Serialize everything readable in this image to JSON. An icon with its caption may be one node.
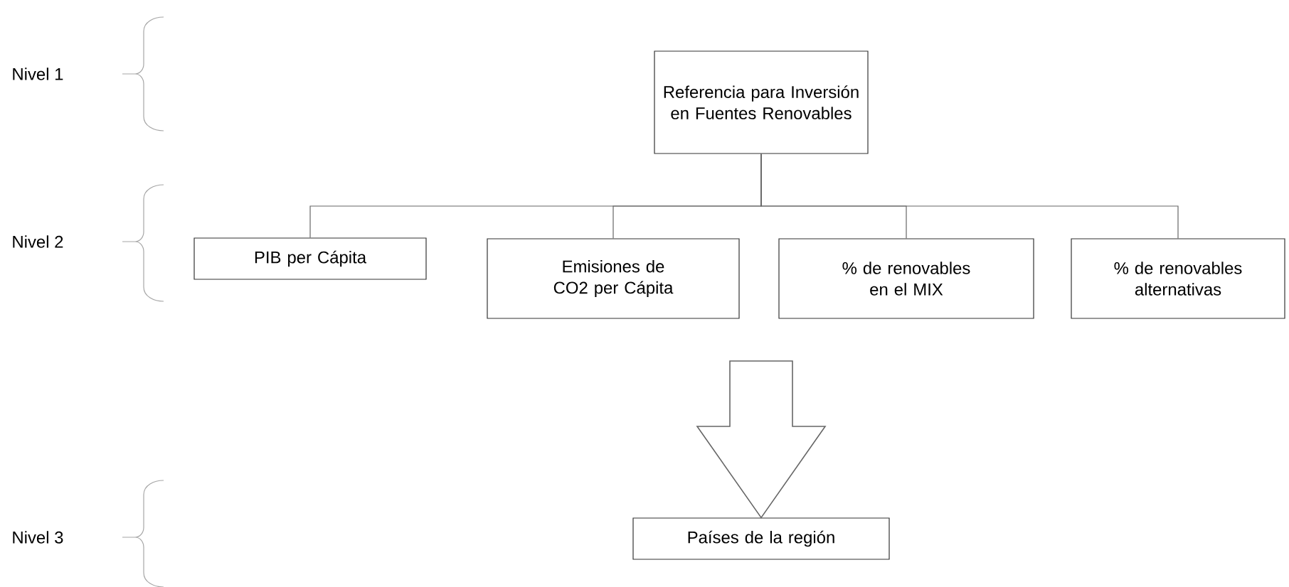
{
  "diagram": {
    "nodes": [
      {
        "text": [
          "Referencia para Inversión en Fuentes Renovables"
        ]
      },
      {
        "text": [
          "PIB per Cápita"
        ]
      },
      {
        "text": [
          "Emisiones de CO2 per Cápita"
        ]
      },
      {
        "text": [
          "% de renovables en el MIX"
        ]
      },
      {
        "text": [
          "% de renovables alternativas"
        ]
      },
      {
        "text": [
          "Países de la región"
        ]
      }
    ],
    "edges": [
      {
        "from": 0,
        "to": 1,
        "arrow": "none"
      },
      {
        "from": 0,
        "to": 2,
        "arrow": "none"
      },
      {
        "from": 0,
        "to": 3,
        "arrow": "none"
      },
      {
        "from": 0,
        "to": 4,
        "arrow": "none"
      },
      {
        "from": null,
        "to": 5,
        "arrow": "to",
        "style": "thick"
      }
    ],
    "labels": [
      "Nivel 1",
      "Nivel 2",
      "Nivel 3"
    ]
  }
}
